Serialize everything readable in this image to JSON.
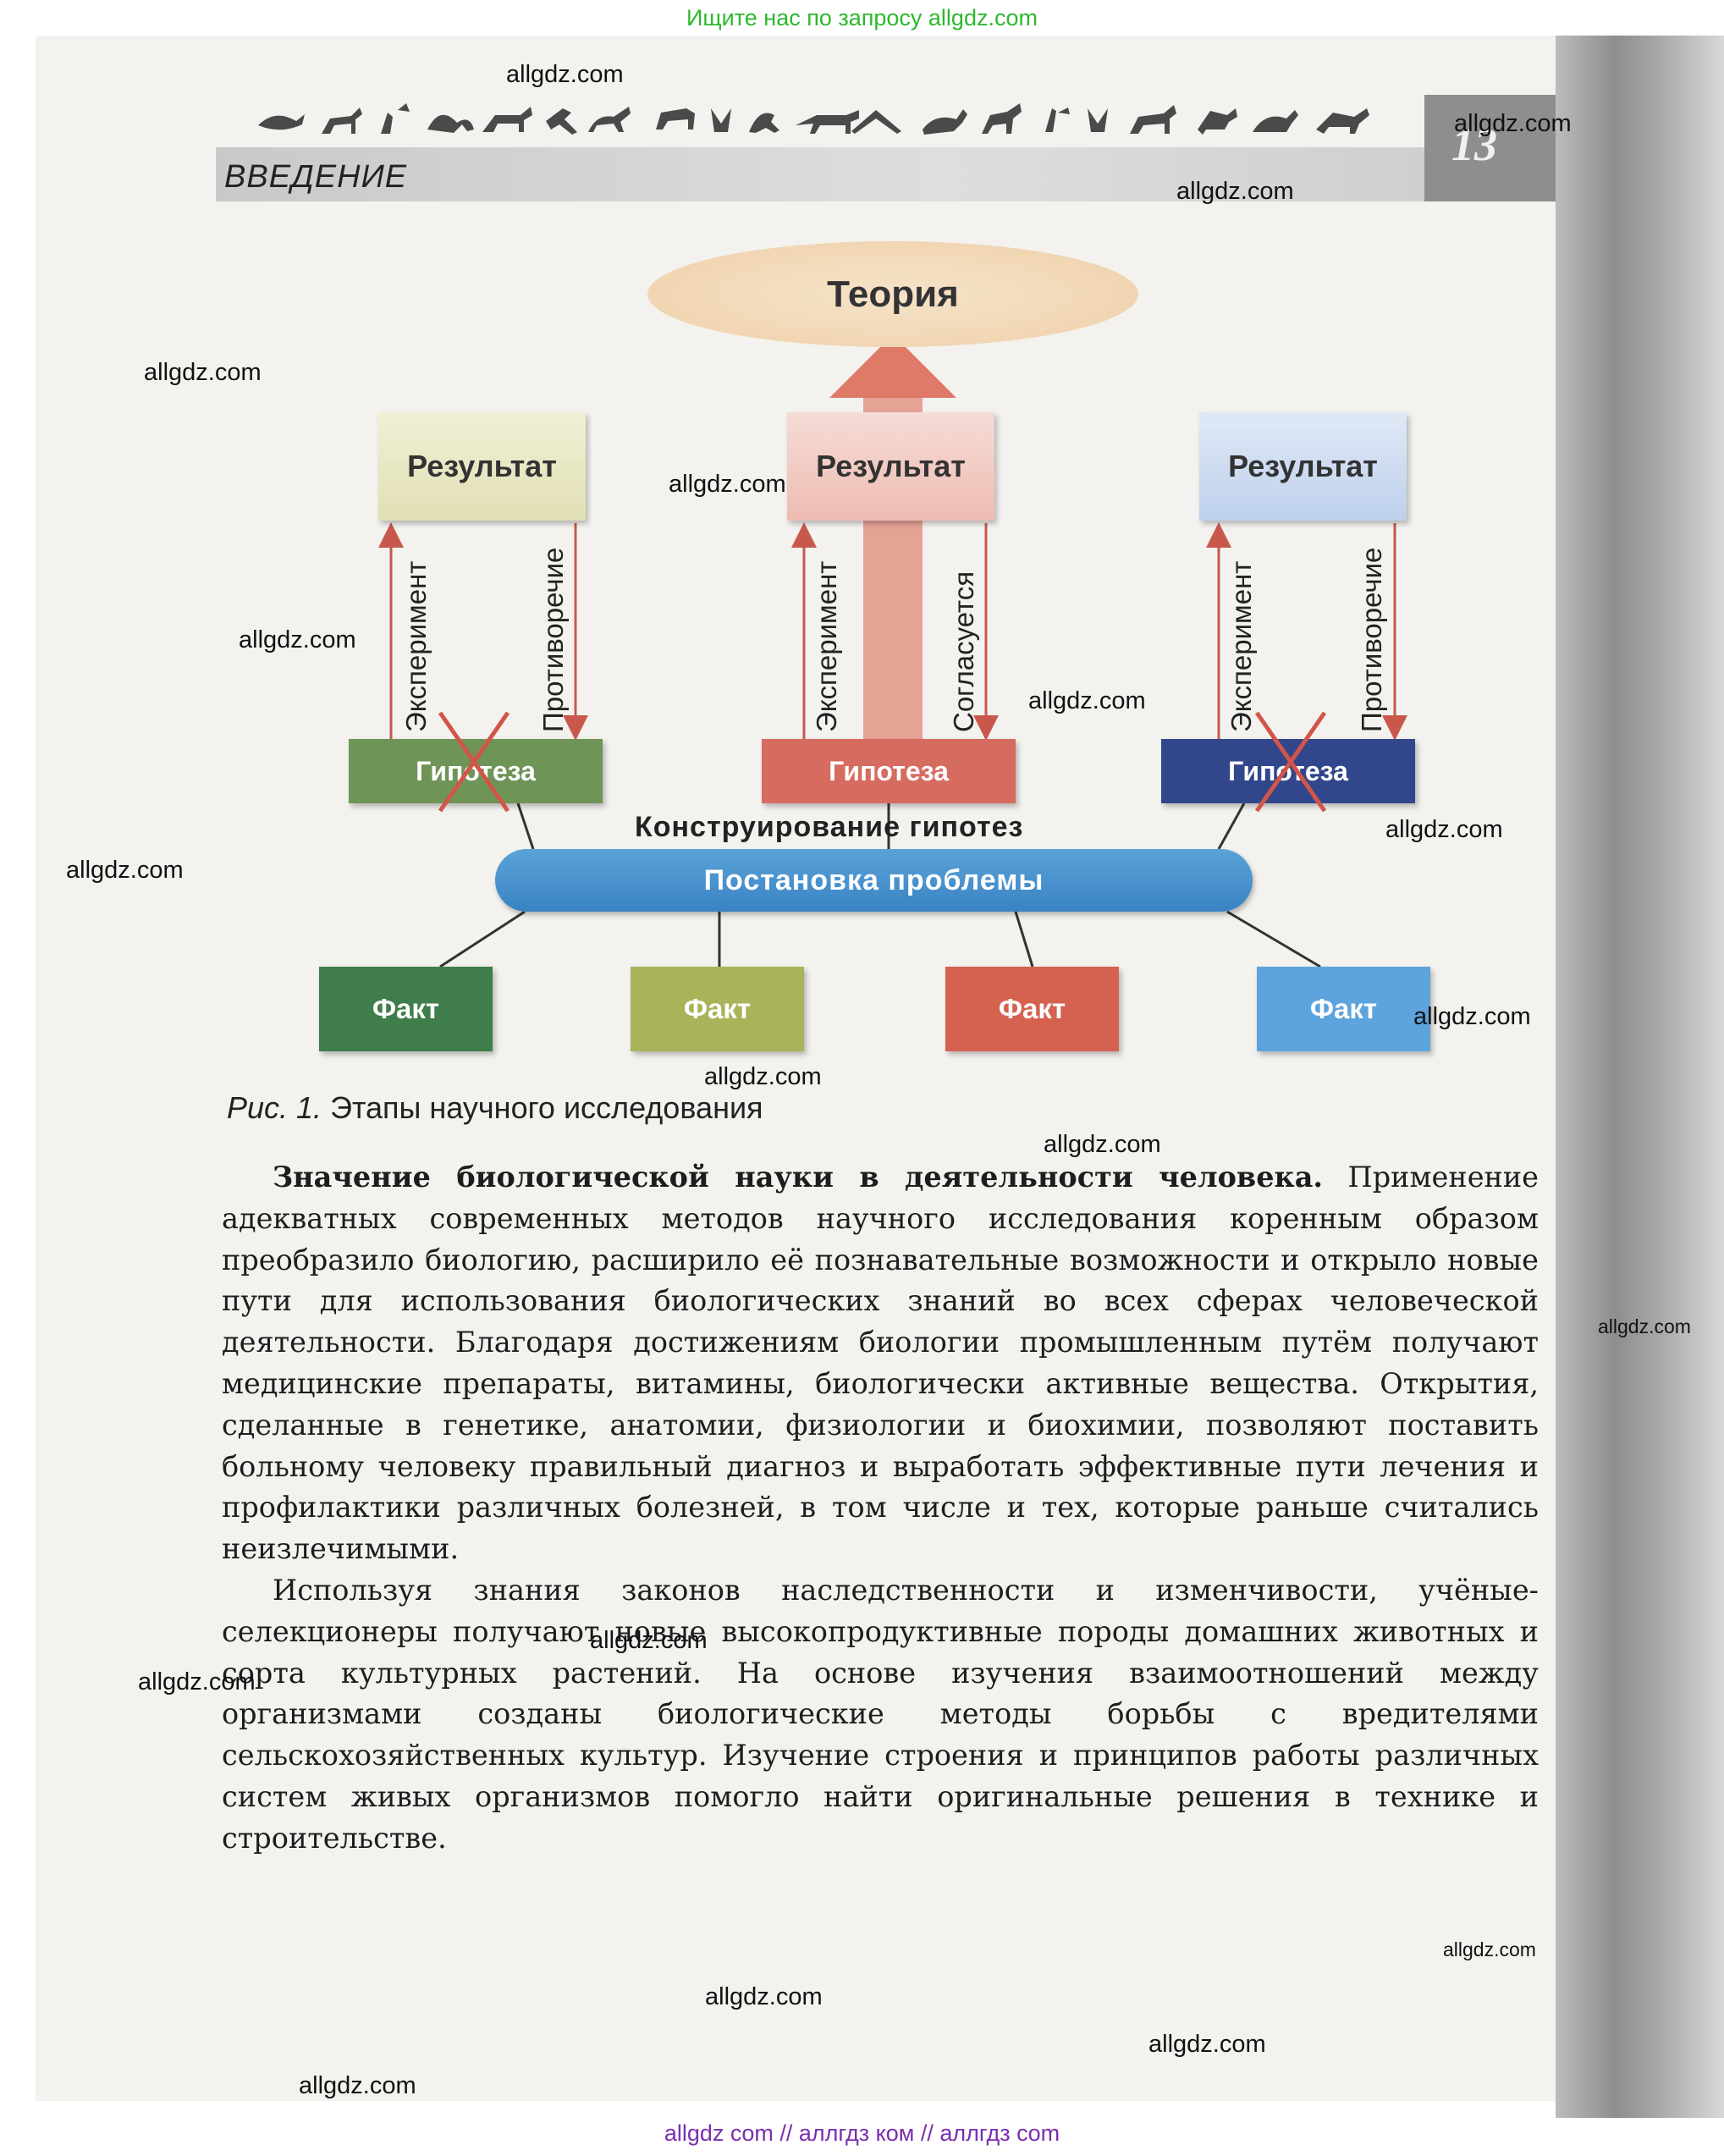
{
  "site_banner": "Ищите нас по запросу allgdz.com",
  "footer_banner": "allgdz com  //  аллгдз ком  //  аллгдз com",
  "header": {
    "section_title": "ВВЕДЕНИЕ",
    "page_number": "13"
  },
  "diagram": {
    "theory": "Теория",
    "results": [
      "Результат",
      "Результат",
      "Результат"
    ],
    "arrow_labels": {
      "left_up": "Эксперимент",
      "left_down": "Противоречие",
      "middle_up": "Эксперимент",
      "middle_down": "Согласуется",
      "right_up": "Эксперимент",
      "right_down": "Противоречие"
    },
    "hypotheses": [
      "Гипотеза",
      "Гипотеза",
      "Гипотеза"
    ],
    "construct_label": "Конструирование гипотез",
    "problem_label": "Постановка проблемы",
    "facts": [
      "Факт",
      "Факт",
      "Факт",
      "Факт"
    ],
    "colors": {
      "theory": "#efd0aa",
      "hyp_left": "#6f9457",
      "hyp_mid": "#d66b60",
      "hyp_right": "#32468c",
      "problem": "#3a83c4",
      "fact_1": "#3f7d4a",
      "fact_2": "#a9b35a",
      "fact_3": "#d5614f",
      "fact_4": "#5da3dd",
      "arrow": "#d9786a"
    }
  },
  "caption": {
    "prefix": "Рис. 1.",
    "text": "Этапы научного исследования"
  },
  "body": {
    "p1_bold": "Значение биологической науки в деятельности человека.",
    "p1_rest": " Применение адекватных современных методов научного исследования коренным образом преобразило биологию, расширило её познавательные возможности и открыло новые пути для использования биологических знаний во всех сферах человеческой деятельности. Благодаря достижениям биологии промышленным путём получают медицинские препараты, витамины, биологически активные вещества. Открытия, сделанные в генетике, анатомии, физиологии и биохимии, позволяют поставить больному человеку правильный диагноз и выработать эффективные пути лечения и профилактики различных болезней, в том числе и тех, которые раньше считались неизлечимыми.",
    "p2": "Используя знания законов наследственности и изменчивости, учёные-селекционеры получают новые высокопродуктивные породы домашних животных и сорта культурных растений. На основе изучения взаимоотношений между организмами созданы биологические методы борьбы с вредителями сельскохозяйственных культур. Изучение строения и принципов работы различных систем живых организмов помогло найти оригинальные решения в технике и строительстве."
  },
  "watermark": "allgdz.com"
}
